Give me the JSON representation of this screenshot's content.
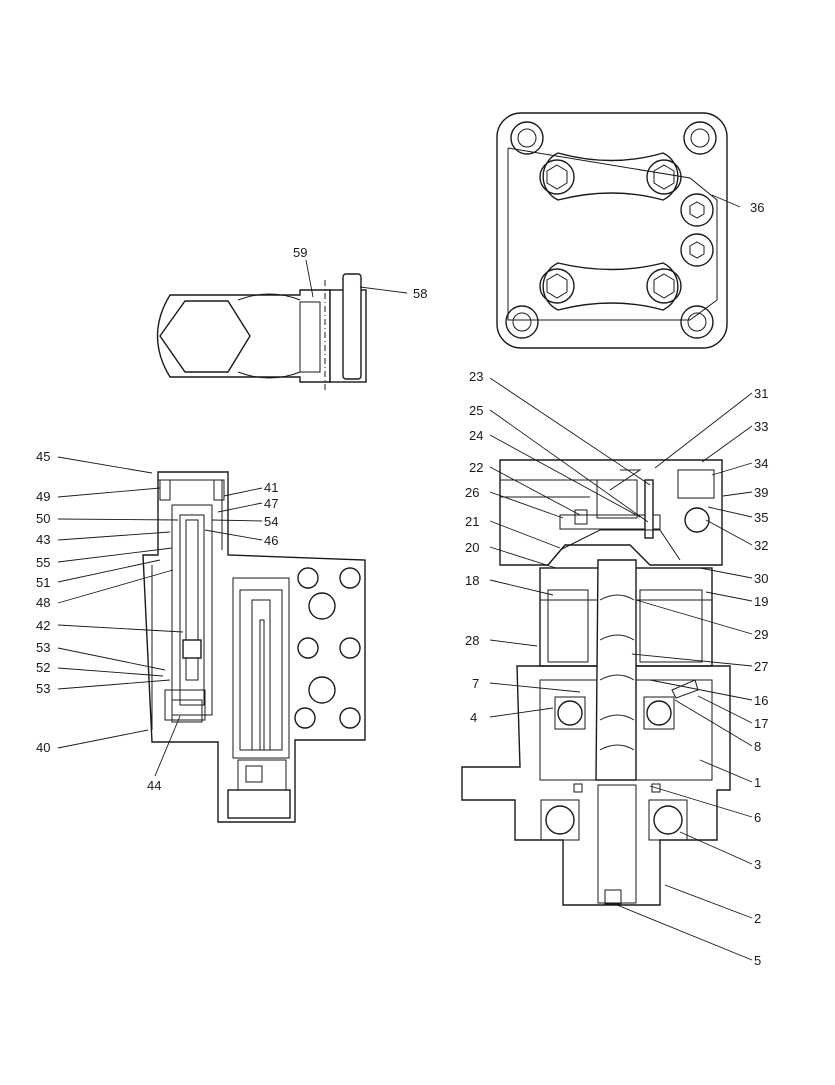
{
  "callouts": {
    "c1": "1",
    "c2": "2",
    "c3": "3",
    "c4": "4",
    "c5": "5",
    "c6": "6",
    "c7": "7",
    "c8": "8",
    "c16": "16",
    "c17": "17",
    "c18": "18",
    "c19": "19",
    "c20": "20",
    "c21": "21",
    "c22": "22",
    "c23": "23",
    "c24": "24",
    "c25": "25",
    "c26": "26",
    "c27": "27",
    "c28": "28",
    "c29": "29",
    "c30": "30",
    "c31": "31",
    "c32": "32",
    "c33": "33",
    "c34": "34",
    "c35": "35",
    "c36": "36",
    "c39": "39",
    "c40": "40",
    "c41": "41",
    "c42": "42",
    "c43": "43",
    "c44": "44",
    "c45": "45",
    "c46": "46",
    "c47": "47",
    "c48": "48",
    "c49": "49",
    "c50": "50",
    "c51": "51",
    "c52": "52",
    "c53a": "53",
    "c53b": "53",
    "c54": "54",
    "c55": "55",
    "c58": "58",
    "c59": "59"
  }
}
